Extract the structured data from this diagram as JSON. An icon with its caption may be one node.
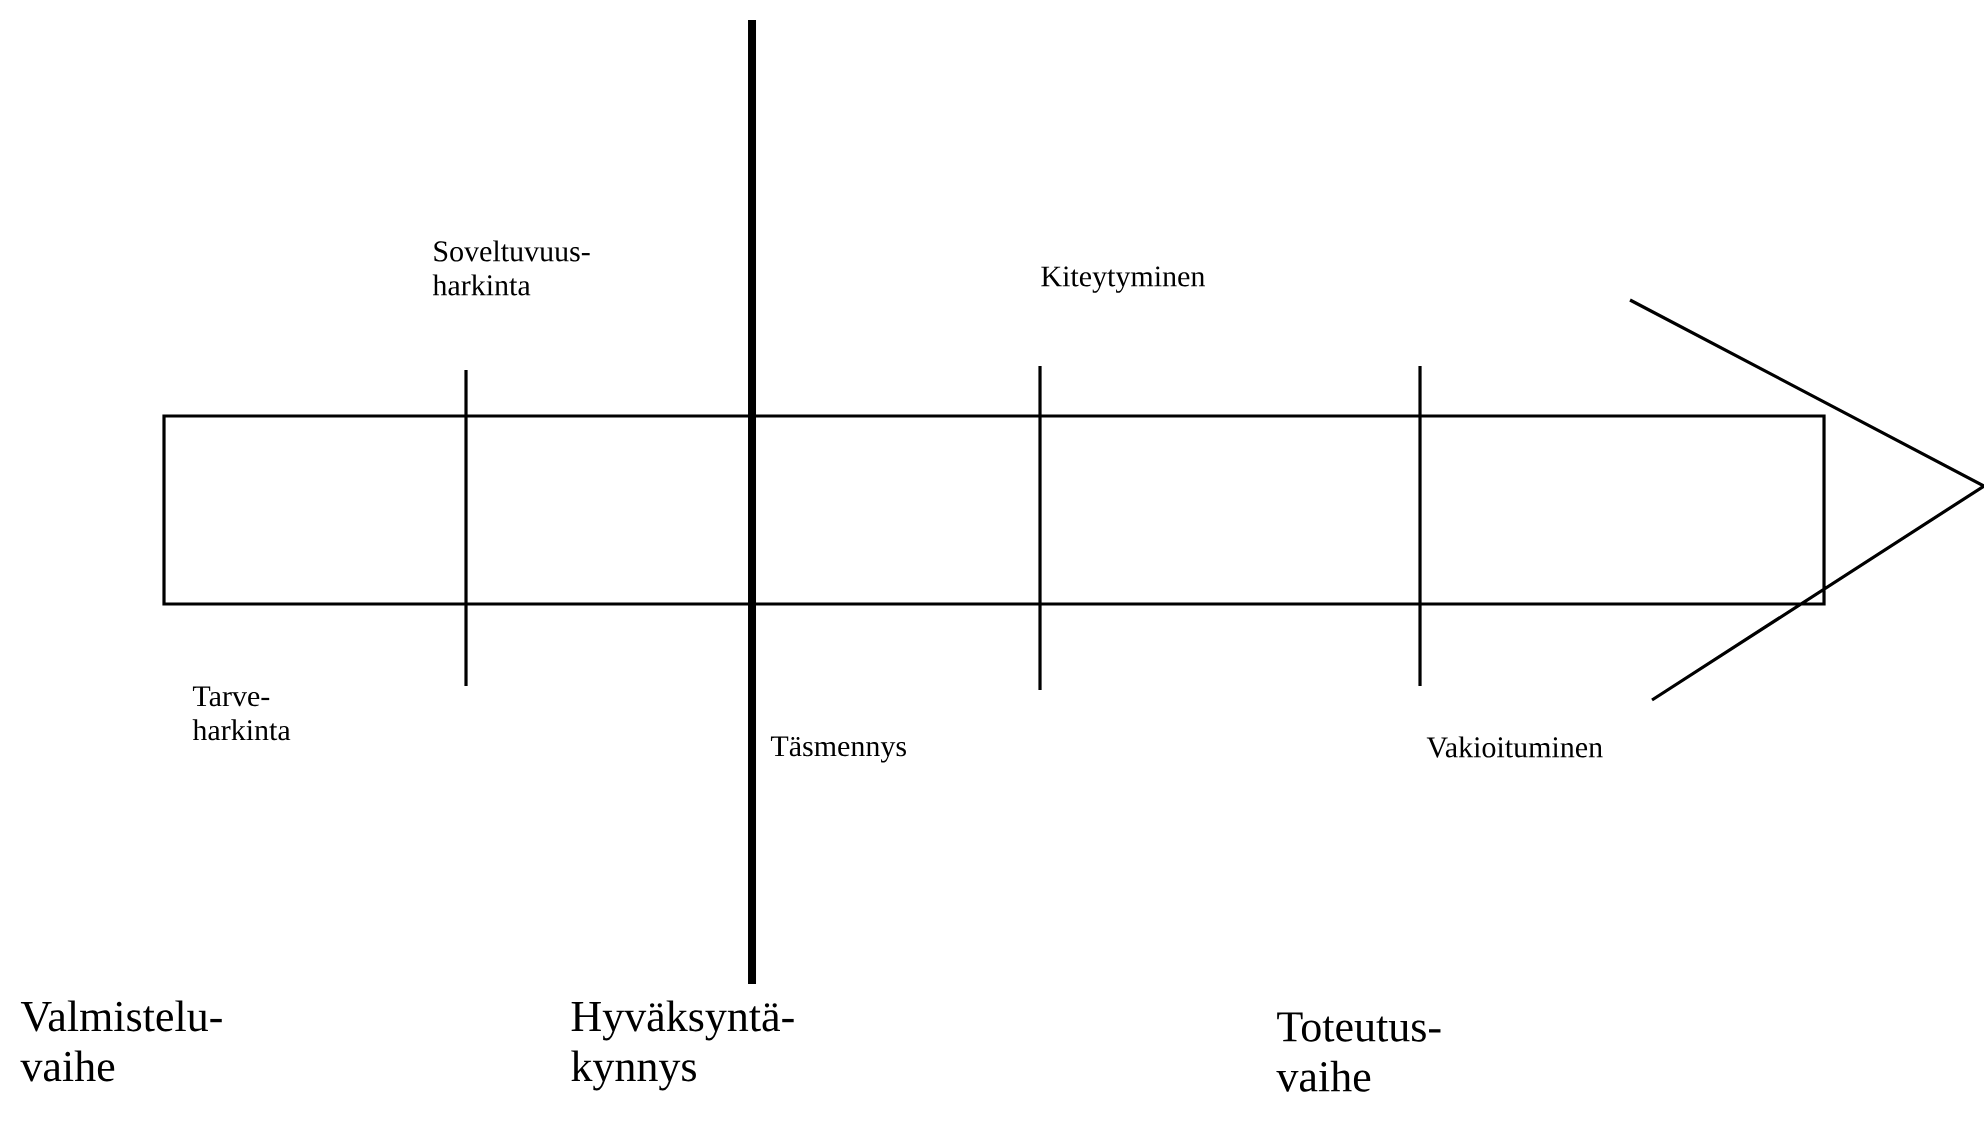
{
  "diagram": {
    "labels": [
      "Soveltuvuus- harkinta",
      "Kiteytyminen",
      "Tarve- harkinta",
      "Täsmennys",
      "Vakioituminen",
      "Valmistelu- vaihe",
      "Hyväksyntä- kynnys",
      "Toteutus- vaihe"
    ]
  }
}
